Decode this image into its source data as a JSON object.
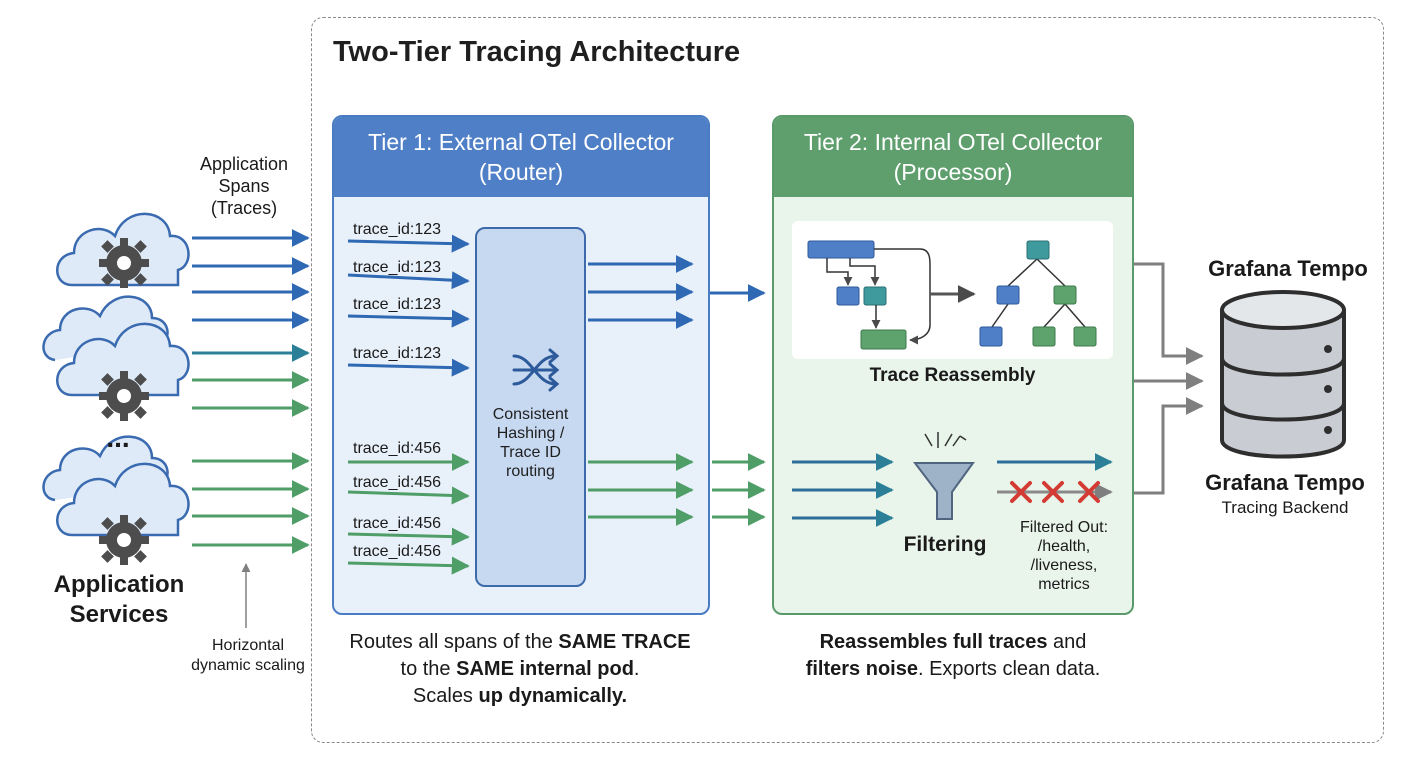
{
  "title": "Two-Tier Tracing Architecture",
  "services": {
    "label_line1": "Application",
    "label_line2": "Services",
    "ellipsis": "...",
    "scaling_line1": "Horizontal",
    "scaling_line2": "dynamic scaling"
  },
  "spans_label": {
    "line1": "Application",
    "line2": "Spans",
    "line3": "(Traces)"
  },
  "tier1": {
    "title_line1": "Tier 1: External OTel Collector",
    "title_line2": "(Router)",
    "trace_labels_a": [
      "trace_id:123",
      "trace_id:123",
      "trace_id:123",
      "trace_id:123"
    ],
    "trace_labels_b": [
      "trace_id:456",
      "trace_id:456",
      "trace_id:456",
      "trace_id:456"
    ],
    "router_line1": "Consistent",
    "router_line2": "Hashing /",
    "router_line3": "Trace ID",
    "router_line4": "routing",
    "caption_pre1": "Routes all spans of the ",
    "caption_bold1": "SAME TRACE",
    "caption_pre2": "to the ",
    "caption_bold2": "SAME internal pod",
    "caption_post2": ".",
    "caption_pre3": "Scales ",
    "caption_bold3": "up dynamically."
  },
  "tier2": {
    "title_line1": "Tier 2: Internal OTel Collector",
    "title_line2": "(Processor)",
    "reassembly_label": "Trace Reassembly",
    "filtering_label": "Filtering",
    "filtered_line1": "Filtered Out:",
    "filtered_line2": "/health,",
    "filtered_line3": "/liveness,",
    "filtered_line4": "metrics",
    "caption_bold1": "Reassembles full traces",
    "caption_post1": " and",
    "caption_bold2": "filters noise",
    "caption_post2": ". Exports clean data."
  },
  "backend": {
    "top_label": "Grafana Tempo",
    "name": "Grafana Tempo",
    "subtitle": "Tracing Backend"
  },
  "colors": {
    "blue": "#2f69b3",
    "teal": "#2b7f97",
    "green": "#4f9d67",
    "gray": "#7f7f7f",
    "red": "#d33b33"
  }
}
